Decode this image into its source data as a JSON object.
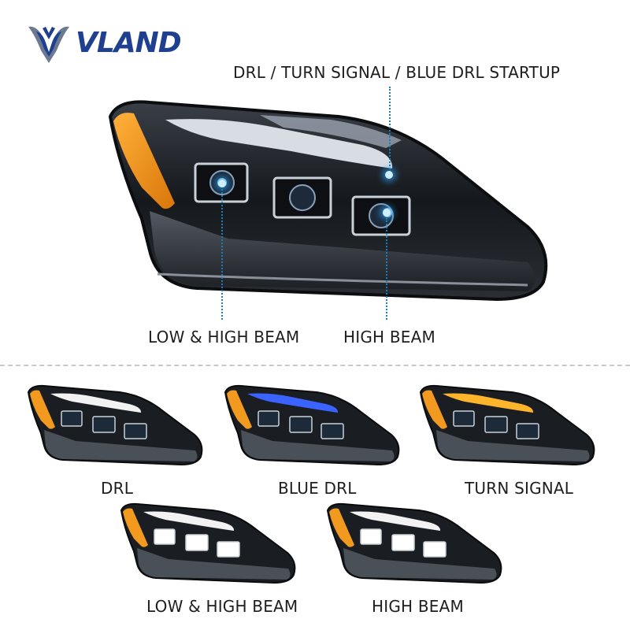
{
  "brand": {
    "name": "VLAND",
    "logo_icon": "v-wings-logo-icon",
    "brand_color": "#1f3f8f"
  },
  "hero": {
    "callouts": {
      "top": "DRL / TURN SIGNAL / BLUE DRL STARTUP",
      "bottom_left": "LOW & HIGH BEAM",
      "bottom_right": "HIGH BEAM"
    },
    "accent_color": "#1a7fb8"
  },
  "modes": [
    {
      "label": "DRL",
      "strip_color": "#f2f2f2",
      "beams_on": false
    },
    {
      "label": "BLUE DRL",
      "strip_color": "#3a63ff",
      "beams_on": false
    },
    {
      "label": "TURN SIGNAL",
      "strip_color": "#ffb52b",
      "beams_on": false
    },
    {
      "label": "LOW & HIGH BEAM",
      "strip_color": "#f2f2f2",
      "beams_on": true
    },
    {
      "label": "HIGH BEAM",
      "strip_color": "#f2f2f2",
      "beams_on": true
    }
  ]
}
